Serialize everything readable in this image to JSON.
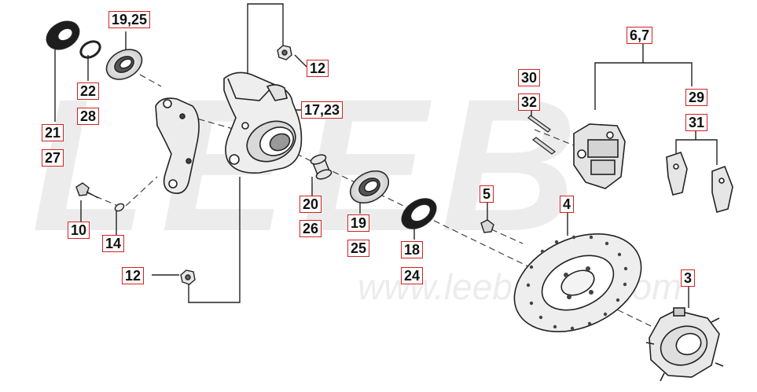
{
  "watermark": {
    "brand": "LEEB",
    "url": "www.leebmotor.com",
    "color": "#ececec"
  },
  "colors": {
    "label_border": "#d42020",
    "line": "#222222",
    "part_fill": "#e9e9e9",
    "part_stroke": "#333333"
  },
  "labels": {
    "l_19_25_top": "19,25",
    "l_22": "22",
    "l_28": "28",
    "l_21": "21",
    "l_27": "27",
    "l_12_top": "12",
    "l_17_23": "17,23",
    "l_6_7": "6,7",
    "l_30": "30",
    "l_32": "32",
    "l_29": "29",
    "l_31": "31",
    "l_10": "10",
    "l_14": "14",
    "l_20": "20",
    "l_26": "26",
    "l_19": "19",
    "l_25": "25",
    "l_18": "18",
    "l_24": "24",
    "l_5": "5",
    "l_4": "4",
    "l_12_bottom": "12",
    "l_3": "3"
  }
}
